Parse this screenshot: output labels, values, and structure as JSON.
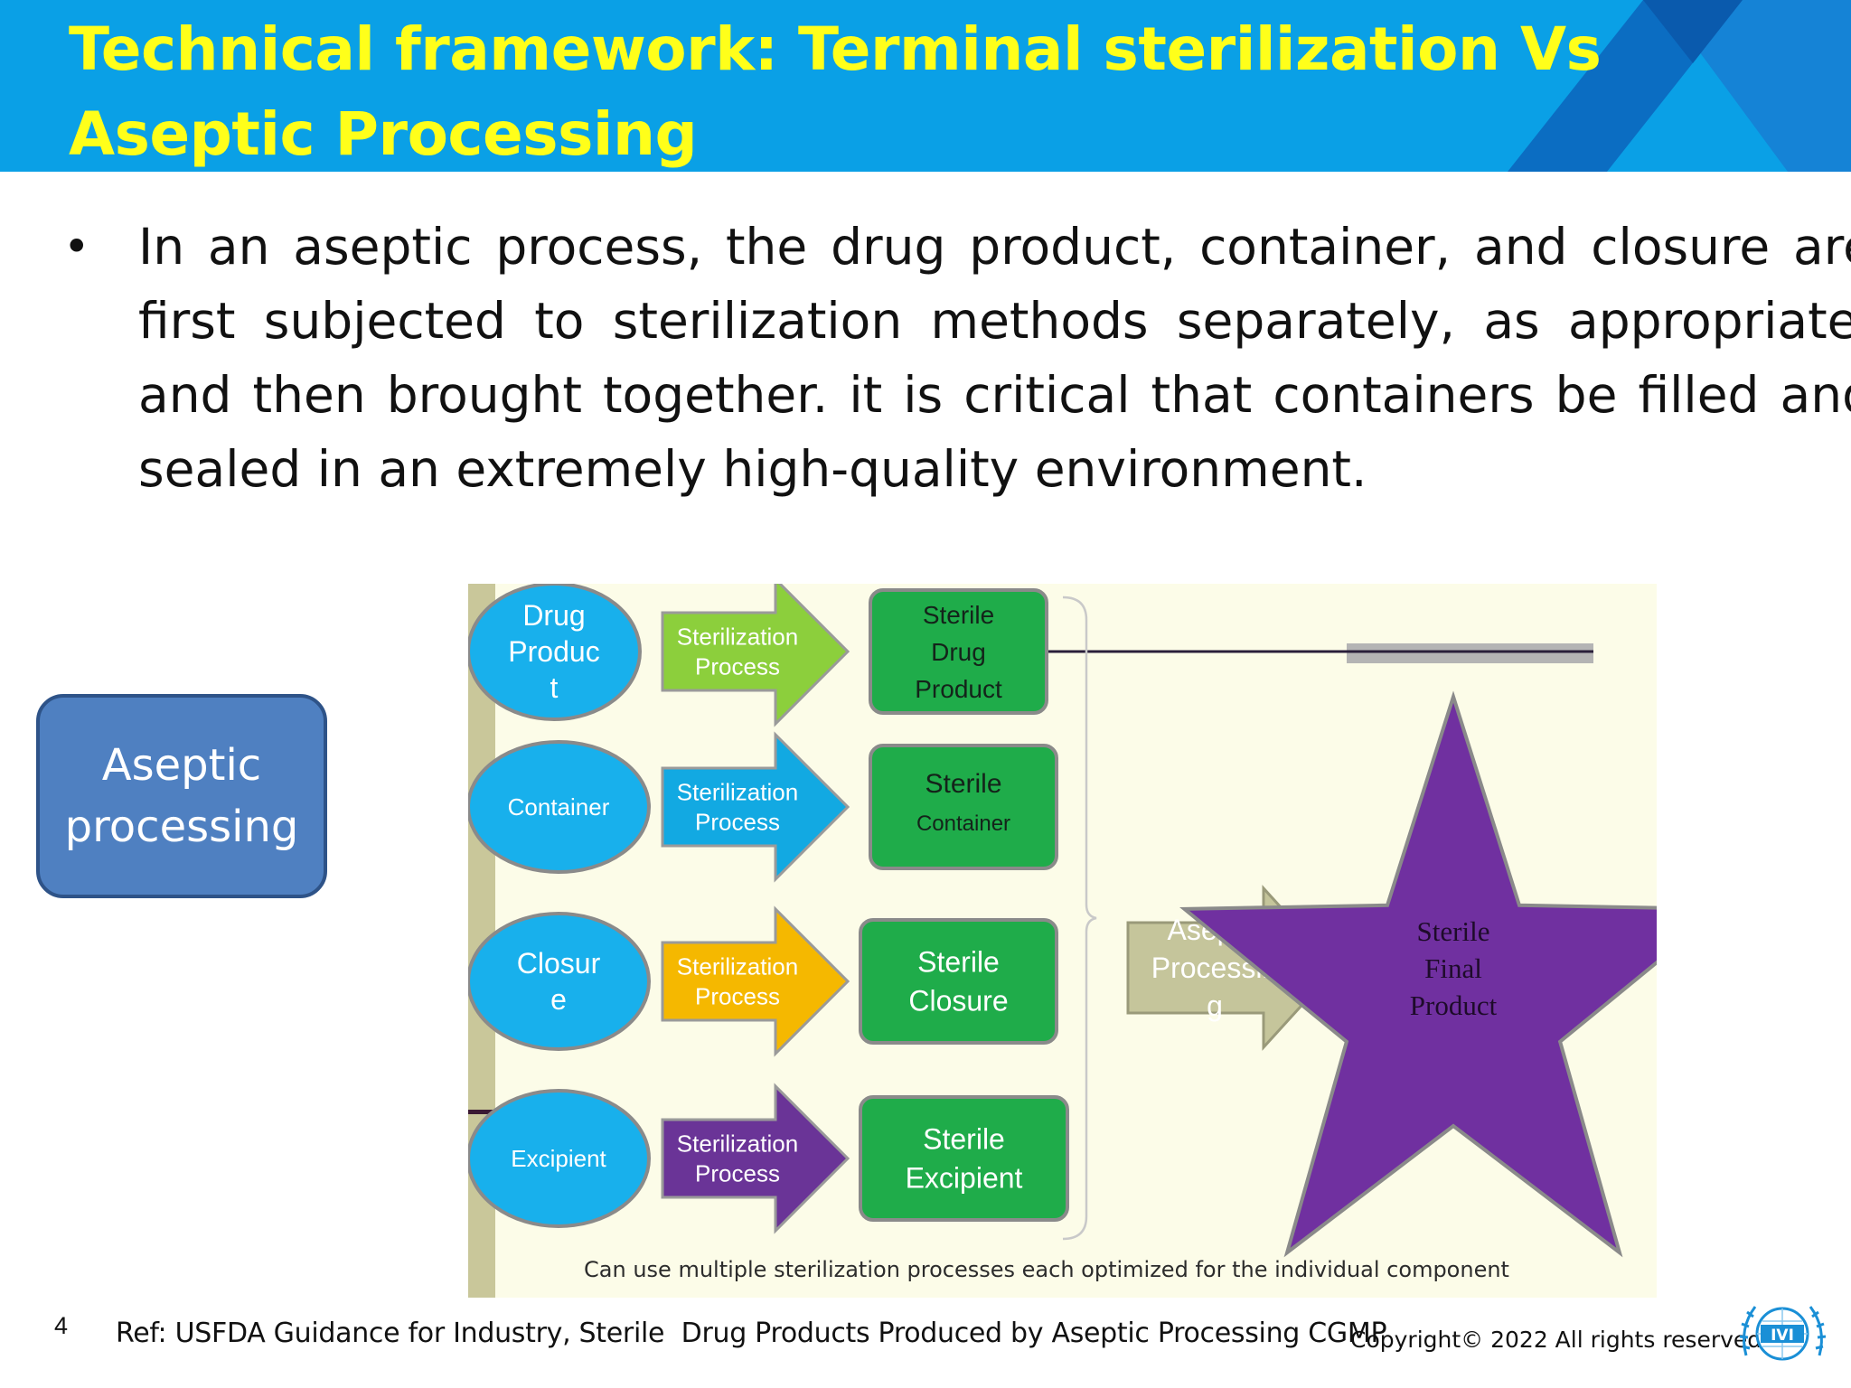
{
  "header": {
    "title": "Technical framework: Terminal sterilization Vs Aseptic Processing"
  },
  "bullet": {
    "text": "In an aseptic process, the drug product, container, and closure are first subjected to sterilization methods separately, as appropriate, and then brought together. it is critical that containers be filled and sealed in an extremely high-quality environment."
  },
  "aseptic_box": {
    "line1": "Aseptic",
    "line2": "processing"
  },
  "diagram": {
    "components": [
      {
        "lines": [
          "Drug",
          "Produc",
          "t"
        ],
        "arrow_lines": [
          "Sterilization",
          "Process"
        ],
        "arrow_color": "#8ccf3c",
        "sterile_lines": [
          "Sterile",
          "Drug",
          "Product"
        ]
      },
      {
        "lines": [
          "Container"
        ],
        "arrow_lines": [
          "Sterilization",
          "Process"
        ],
        "arrow_color": "#12a9e2",
        "sterile_lines": [
          "Sterile",
          "Container"
        ]
      },
      {
        "lines": [
          "Closur",
          "e"
        ],
        "arrow_lines": [
          "Sterilization",
          "Process"
        ],
        "arrow_color": "#f5b800",
        "sterile_lines": [
          "Sterile",
          "Closure"
        ]
      },
      {
        "lines": [
          "Excipient"
        ],
        "arrow_lines": [
          "Sterilization",
          "Process"
        ],
        "arrow_color": "#6a3497",
        "sterile_lines": [
          "Sterile",
          "Excipient"
        ]
      }
    ],
    "aseptic_arrow_lines": [
      "Aseptic",
      "Processin",
      "g"
    ],
    "star_lines": [
      "Sterile",
      "Final",
      "Product"
    ],
    "caption": "Can use multiple sterilization processes each optimized for the individual component",
    "colors": {
      "background": "#fcfce8",
      "ellipse": "#18b0ec",
      "sterile_box": "#1fac4a",
      "star": "#7030a0",
      "aseptic_arrow": "#c5c59b"
    }
  },
  "footer": {
    "page_number": "4",
    "reference": "Ref: USFDA Guidance for Industry, Sterile  Drug Products Produced by Aseptic Processing CGMP",
    "copyright": "Copyright© 2022 All rights reserved",
    "logo_text": "IVI"
  }
}
